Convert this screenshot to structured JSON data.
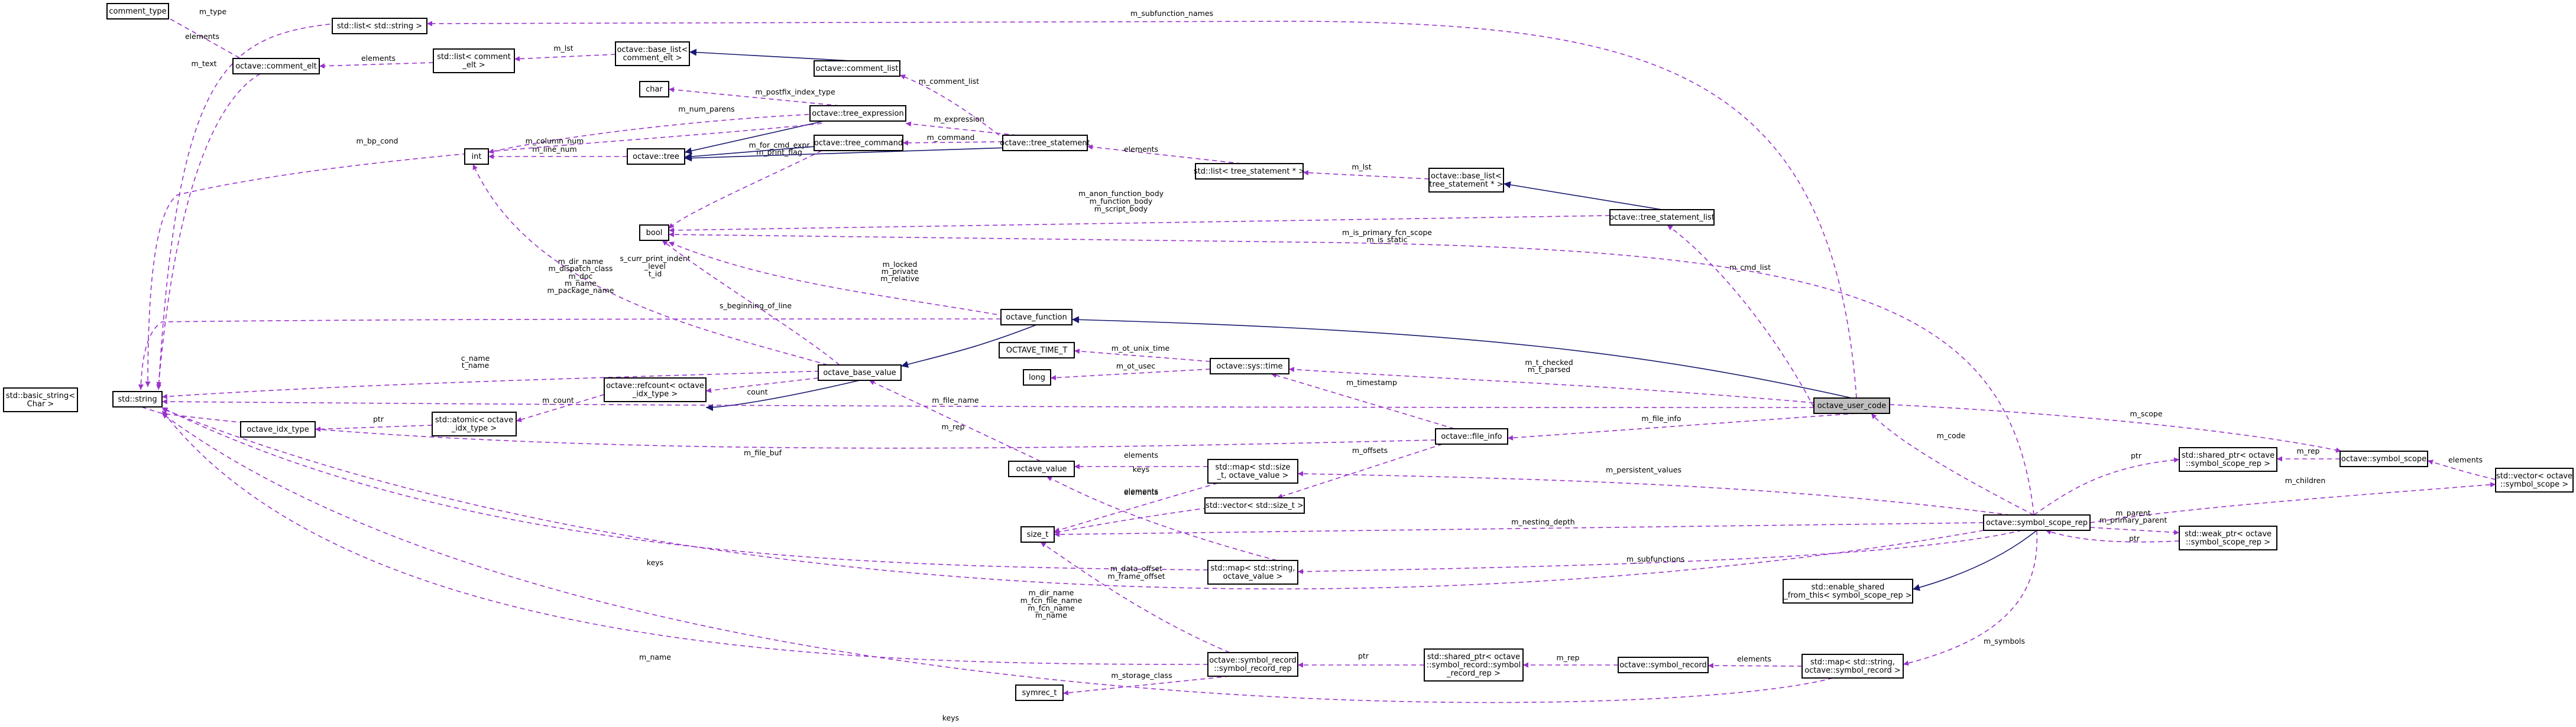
{
  "nodes": [
    {
      "id": "comment_type",
      "lines": [
        "comment_type"
      ]
    },
    {
      "id": "list_string",
      "lines": [
        "std::list< std::string >"
      ]
    },
    {
      "id": "comment_elt",
      "lines": [
        "octave::comment_elt"
      ]
    },
    {
      "id": "list_comment_elt",
      "lines": [
        "std::list< comment",
        "_elt >"
      ]
    },
    {
      "id": "base_list_comment",
      "lines": [
        "octave::base_list<",
        "comment_elt >"
      ]
    },
    {
      "id": "comment_list",
      "lines": [
        "octave::comment_list"
      ]
    },
    {
      "id": "char",
      "lines": [
        "char"
      ]
    },
    {
      "id": "tree_expression",
      "lines": [
        "octave::tree_expression"
      ]
    },
    {
      "id": "int",
      "lines": [
        "int"
      ]
    },
    {
      "id": "tree",
      "lines": [
        "octave::tree"
      ]
    },
    {
      "id": "tree_command",
      "lines": [
        "octave::tree_command"
      ]
    },
    {
      "id": "tree_statement",
      "lines": [
        "octave::tree_statement"
      ]
    },
    {
      "id": "list_tree_statement",
      "lines": [
        "std::list< tree_statement * >"
      ]
    },
    {
      "id": "base_list_tree_statement",
      "lines": [
        "octave::base_list<",
        "tree_statement * >"
      ]
    },
    {
      "id": "bool",
      "lines": [
        "bool"
      ]
    },
    {
      "id": "tree_statement_list",
      "lines": [
        "octave::tree_statement_list"
      ]
    },
    {
      "id": "octave_function",
      "lines": [
        "octave_function"
      ]
    },
    {
      "id": "basic_string",
      "lines": [
        "std::basic_string<",
        "Char >"
      ]
    },
    {
      "id": "std_string",
      "lines": [
        "std::string"
      ]
    },
    {
      "id": "octave_time_t",
      "lines": [
        "OCTAVE_TIME_T"
      ]
    },
    {
      "id": "long",
      "lines": [
        "long"
      ]
    },
    {
      "id": "sys_time",
      "lines": [
        "octave::sys::time"
      ]
    },
    {
      "id": "refcount",
      "lines": [
        "octave::refcount< octave",
        "_idx_type >"
      ]
    },
    {
      "id": "octave_base_value",
      "lines": [
        "octave_base_value"
      ]
    },
    {
      "id": "octave_idx_type",
      "lines": [
        "octave_idx_type"
      ]
    },
    {
      "id": "atomic",
      "lines": [
        "std::atomic< octave",
        "_idx_type >"
      ]
    },
    {
      "id": "octave_user_code",
      "lines": [
        "octave_user_code"
      ],
      "highlight": true
    },
    {
      "id": "file_info",
      "lines": [
        "octave::file_info"
      ]
    },
    {
      "id": "octave_value",
      "lines": [
        "octave_value"
      ]
    },
    {
      "id": "map_size_t",
      "lines": [
        "std::map< std::size",
        "_t, octave_value >"
      ]
    },
    {
      "id": "vector_size_t",
      "lines": [
        "std::vector< std::size_t >"
      ]
    },
    {
      "id": "size_t",
      "lines": [
        "size_t"
      ]
    },
    {
      "id": "shared_ptr_scope",
      "lines": [
        "std::shared_ptr< octave",
        "::symbol_scope_rep >"
      ]
    },
    {
      "id": "symbol_scope",
      "lines": [
        "octave::symbol_scope"
      ]
    },
    {
      "id": "vector_scope",
      "lines": [
        "std::vector< octave",
        "::symbol_scope >"
      ]
    },
    {
      "id": "symbol_scope_rep",
      "lines": [
        "octave::symbol_scope_rep"
      ]
    },
    {
      "id": "weak_ptr_scope",
      "lines": [
        "std::weak_ptr< octave",
        "::symbol_scope_rep >"
      ]
    },
    {
      "id": "map_string_value",
      "lines": [
        "std::map< std::string,",
        "octave_value >"
      ]
    },
    {
      "id": "enable_shared",
      "lines": [
        "std::enable_shared",
        "_from_this< symbol_scope_rep >"
      ]
    },
    {
      "id": "symbol_record_rep",
      "lines": [
        "octave::symbol_record",
        "::symbol_record_rep"
      ]
    },
    {
      "id": "shared_ptr_record",
      "lines": [
        "std::shared_ptr< octave",
        "::symbol_record::symbol",
        "_record_rep >"
      ]
    },
    {
      "id": "symbol_record",
      "lines": [
        "octave::symbol_record"
      ]
    },
    {
      "id": "map_string_record",
      "lines": [
        "std::map< std::string,",
        "octave::symbol_record >"
      ]
    },
    {
      "id": "symrec_t",
      "lines": [
        "symrec_t"
      ]
    }
  ],
  "edges": [
    {
      "kind": "usage",
      "lines": [
        "m_type"
      ]
    },
    {
      "kind": "usage",
      "lines": [
        "elements"
      ]
    },
    {
      "kind": "usage",
      "lines": [
        "m_text"
      ]
    },
    {
      "kind": "usage",
      "lines": [
        "elements"
      ]
    },
    {
      "kind": "usage",
      "lines": [
        "m_lst"
      ]
    },
    {
      "kind": "inherit",
      "lines": []
    },
    {
      "kind": "usage",
      "lines": [
        "m_subfunction_names"
      ]
    },
    {
      "kind": "usage",
      "lines": [
        "m_comment_list"
      ]
    },
    {
      "kind": "usage",
      "lines": [
        "m_postfix_index_type"
      ]
    },
    {
      "kind": "usage",
      "lines": [
        "m_num_parens"
      ]
    },
    {
      "kind": "usage",
      "lines": [
        "m_column_num",
        "m_line_num"
      ]
    },
    {
      "kind": "usage",
      "lines": [
        "m_for_cmd_expr",
        "m_print_flag"
      ]
    },
    {
      "kind": "inherit",
      "lines": []
    },
    {
      "kind": "inherit",
      "lines": []
    },
    {
      "kind": "inherit",
      "lines": []
    },
    {
      "kind": "usage",
      "lines": [
        "m_expression"
      ]
    },
    {
      "kind": "usage",
      "lines": [
        "m_command"
      ]
    },
    {
      "kind": "usage",
      "lines": [
        "elements"
      ]
    },
    {
      "kind": "usage",
      "lines": [
        "m_lst"
      ]
    },
    {
      "kind": "inherit",
      "lines": []
    },
    {
      "kind": "usage",
      "lines": [
        "m_anon_function_body",
        "m_function_body",
        "m_script_body"
      ]
    },
    {
      "kind": "usage",
      "lines": [
        "m_cmd_list"
      ]
    },
    {
      "kind": "usage",
      "lines": [
        "m_is_primary_fcn_scope",
        "m_is_static"
      ]
    },
    {
      "kind": "usage",
      "lines": [
        "m_bp_cond"
      ]
    },
    {
      "kind": "usage",
      "lines": [
        "m_locked",
        "m_private",
        "m_relative"
      ]
    },
    {
      "kind": "usage",
      "lines": [
        "s_curr_print_indent",
        "_level",
        "t_id"
      ]
    },
    {
      "kind": "usage",
      "lines": [
        "s_beginning_of_line"
      ]
    },
    {
      "kind": "usage",
      "lines": [
        "m_dir_name",
        "m_dispatch_class",
        "m_doc",
        "m_name",
        "m_package_name"
      ]
    },
    {
      "kind": "inherit",
      "lines": []
    },
    {
      "kind": "inherit",
      "lines": []
    },
    {
      "kind": "inherit",
      "lines": []
    },
    {
      "kind": "usage",
      "lines": [
        "c_name",
        "t_name"
      ]
    },
    {
      "kind": "usage",
      "lines": [
        "count"
      ]
    },
    {
      "kind": "usage",
      "lines": [
        "m_count"
      ]
    },
    {
      "kind": "usage",
      "lines": [
        "ptr"
      ]
    },
    {
      "kind": "usage",
      "lines": [
        "m_ot_unix_time"
      ]
    },
    {
      "kind": "usage",
      "lines": [
        "m_ot_usec"
      ]
    },
    {
      "kind": "usage",
      "lines": [
        "m_t_checked",
        "m_t_parsed"
      ]
    },
    {
      "kind": "usage",
      "lines": [
        "m_timestamp"
      ]
    },
    {
      "kind": "usage",
      "lines": [
        "m_file_name"
      ]
    },
    {
      "kind": "usage",
      "lines": [
        "m_file_info"
      ]
    },
    {
      "kind": "usage",
      "lines": [
        "m_file_buf"
      ]
    },
    {
      "kind": "usage",
      "lines": [
        "m_offsets"
      ]
    },
    {
      "kind": "usage",
      "lines": [
        "m_rep"
      ]
    },
    {
      "kind": "usage",
      "lines": [
        "elements"
      ]
    },
    {
      "kind": "usage",
      "lines": [
        "keys"
      ]
    },
    {
      "kind": "usage",
      "lines": [
        "m_persistent_values"
      ]
    },
    {
      "kind": "usage",
      "lines": [
        "elements"
      ]
    },
    {
      "kind": "usage",
      "lines": [
        "m_nesting_depth"
      ]
    },
    {
      "kind": "usage",
      "lines": [
        "elements"
      ]
    },
    {
      "kind": "usage",
      "lines": [
        "m_scope"
      ]
    },
    {
      "kind": "usage",
      "lines": [
        "m_code"
      ]
    },
    {
      "kind": "usage",
      "lines": [
        "m_rep"
      ]
    },
    {
      "kind": "usage",
      "lines": [
        "ptr"
      ]
    },
    {
      "kind": "usage",
      "lines": [
        "elements"
      ]
    },
    {
      "kind": "usage",
      "lines": [
        "m_children"
      ]
    },
    {
      "kind": "usage",
      "lines": [
        "m_parent",
        "m_primary_parent"
      ]
    },
    {
      "kind": "usage",
      "lines": [
        "ptr"
      ]
    },
    {
      "kind": "usage",
      "lines": [
        "keys"
      ]
    },
    {
      "kind": "usage",
      "lines": [
        "m_subfunctions"
      ]
    },
    {
      "kind": "inherit",
      "lines": []
    },
    {
      "kind": "usage",
      "lines": [
        "m_dir_name",
        "m_fcn_file_name",
        "m_fcn_name",
        "m_name"
      ]
    },
    {
      "kind": "usage",
      "lines": [
        "m_symbols"
      ]
    },
    {
      "kind": "usage",
      "lines": [
        "m_data_offset",
        "m_frame_offset"
      ]
    },
    {
      "kind": "usage",
      "lines": [
        "m_name"
      ]
    },
    {
      "kind": "usage",
      "lines": [
        "m_storage_class"
      ]
    },
    {
      "kind": "usage",
      "lines": [
        "ptr"
      ]
    },
    {
      "kind": "usage",
      "lines": [
        "m_rep"
      ]
    },
    {
      "kind": "usage",
      "lines": [
        "elements"
      ]
    },
    {
      "kind": "usage",
      "lines": [
        "keys"
      ]
    }
  ]
}
